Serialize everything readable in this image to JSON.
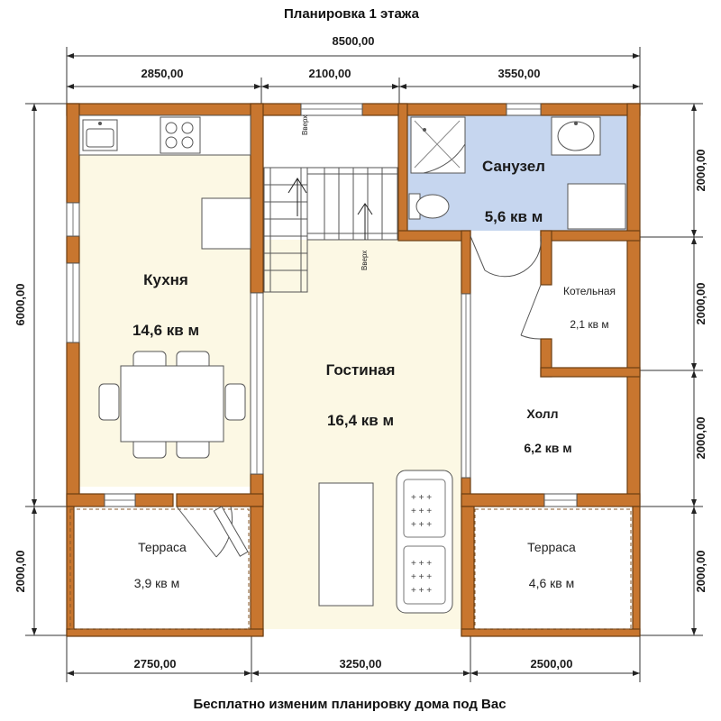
{
  "title": "Планировка 1 этажа",
  "footer": "Бесплатно изменим планировку дома под Вас",
  "colors": {
    "wall": "#c8762f",
    "wall_stroke": "#6b3d12",
    "room_fill": "#fcf8e4",
    "wet_fill": "#c6d6ef",
    "terrace_line": "#c8762f"
  },
  "dimensions": {
    "total_width": "8500,00",
    "top": [
      "2850,00",
      "2100,00",
      "3550,00"
    ],
    "bottom": [
      "2750,00",
      "3250,00",
      "2500,00"
    ],
    "left_main": "6000,00",
    "left_terrace": "2000,00",
    "right": [
      "2000,00",
      "2000,00",
      "2000,00",
      "2000,00"
    ]
  },
  "rooms": {
    "kitchen": {
      "name": "Кухня",
      "area": "14,6 кв м"
    },
    "living": {
      "name": "Гостиная",
      "area": "16,4 кв м"
    },
    "bathroom": {
      "name": "Санузел",
      "area": "5,6 кв м"
    },
    "boiler": {
      "name": "Котельная",
      "area": "2,1 кв м"
    },
    "hall": {
      "name": "Холл",
      "area": "6,2 кв м"
    },
    "terrace_left": {
      "name": "Терраса",
      "area": "3,9 кв м"
    },
    "terrace_right": {
      "name": "Терраса",
      "area": "4,6 кв м"
    }
  },
  "stairs": {
    "up_label_1": "Вверх",
    "up_label_2": "Вверх"
  }
}
